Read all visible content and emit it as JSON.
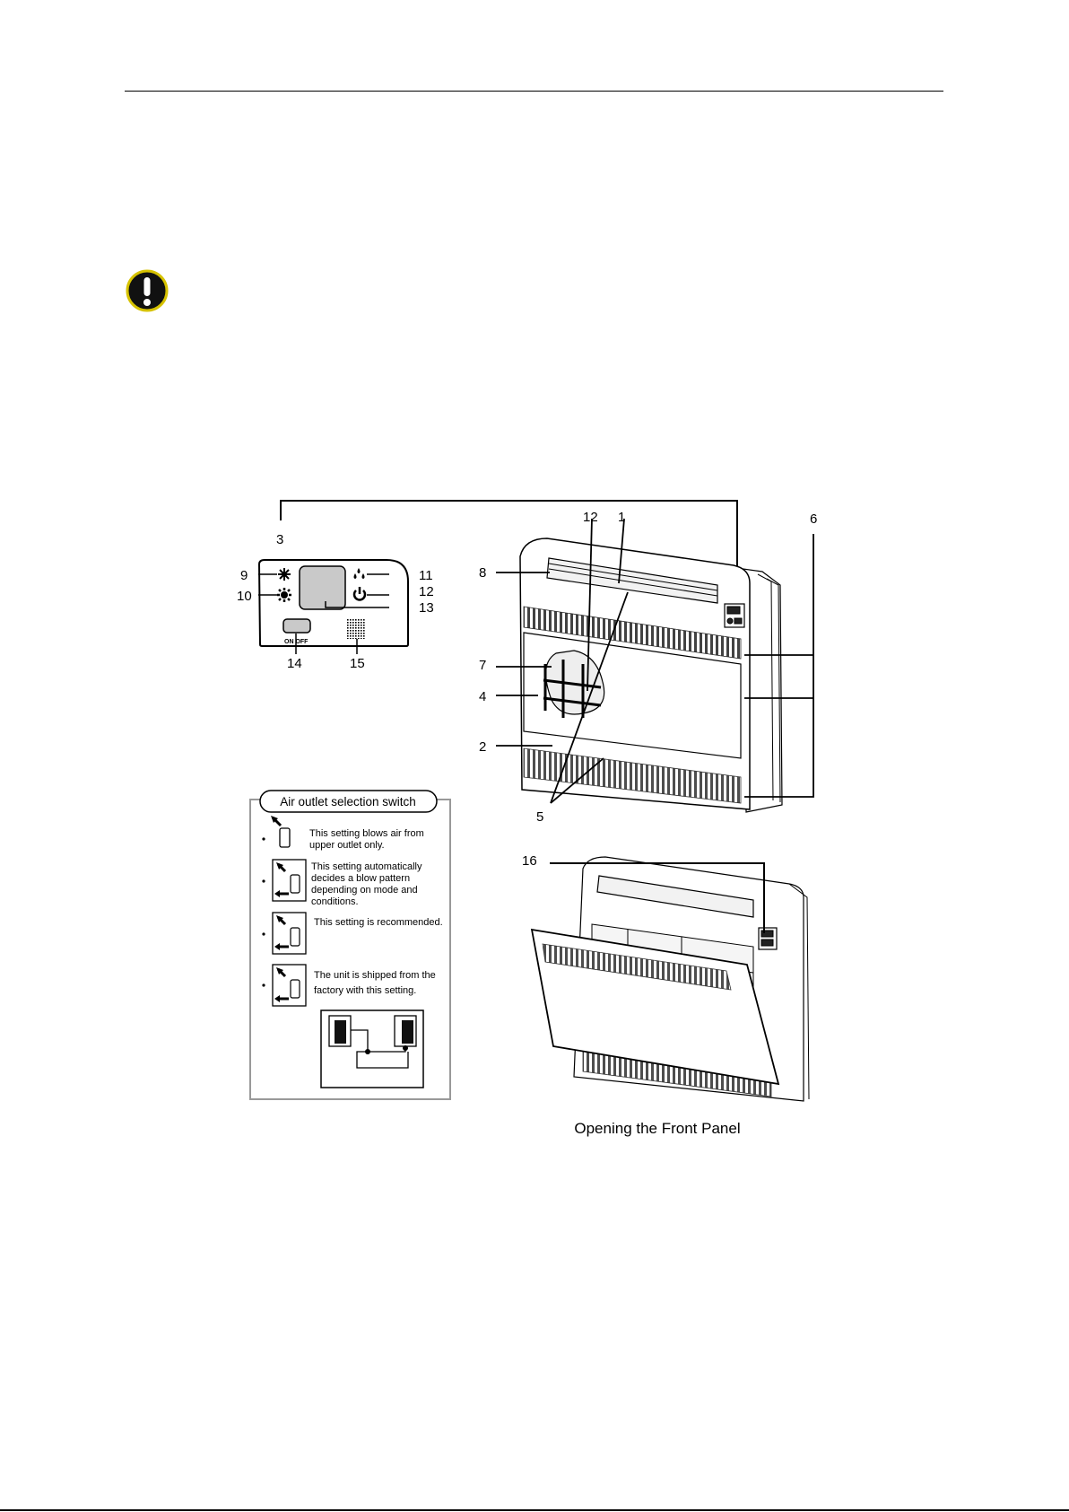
{
  "panel": {
    "on_off_label": "ON  OFF",
    "callouts": {
      "c1": "1",
      "c2": "2",
      "c3": "3",
      "c4": "4",
      "c5": "5",
      "c6": "6",
      "c7": "7",
      "c8": "8",
      "c9": "9",
      "c10": "10",
      "c11": "11",
      "c12": "12",
      "c13": "13",
      "c14": "14",
      "c15": "15",
      "c16": "16"
    }
  },
  "air_outlet": {
    "title": "Air outlet selection switch",
    "items": [
      {
        "lines": [
          "This setting blows air from",
          "upper outlet only."
        ]
      },
      {
        "lines": [
          "This setting automatically",
          "decides a blow pattern",
          "depending on mode and",
          "conditions."
        ]
      },
      {
        "lines": [
          "This setting is recommended."
        ]
      },
      {
        "lines": [
          "The unit is shipped from the",
          "factory with this setting."
        ]
      }
    ]
  },
  "figure_caption": "Opening the Front Panel",
  "icons": [
    "warning-icon",
    "cooling-snowflake-icon",
    "heating-sun-icon",
    "dry-drops-icon",
    "power-icon"
  ]
}
